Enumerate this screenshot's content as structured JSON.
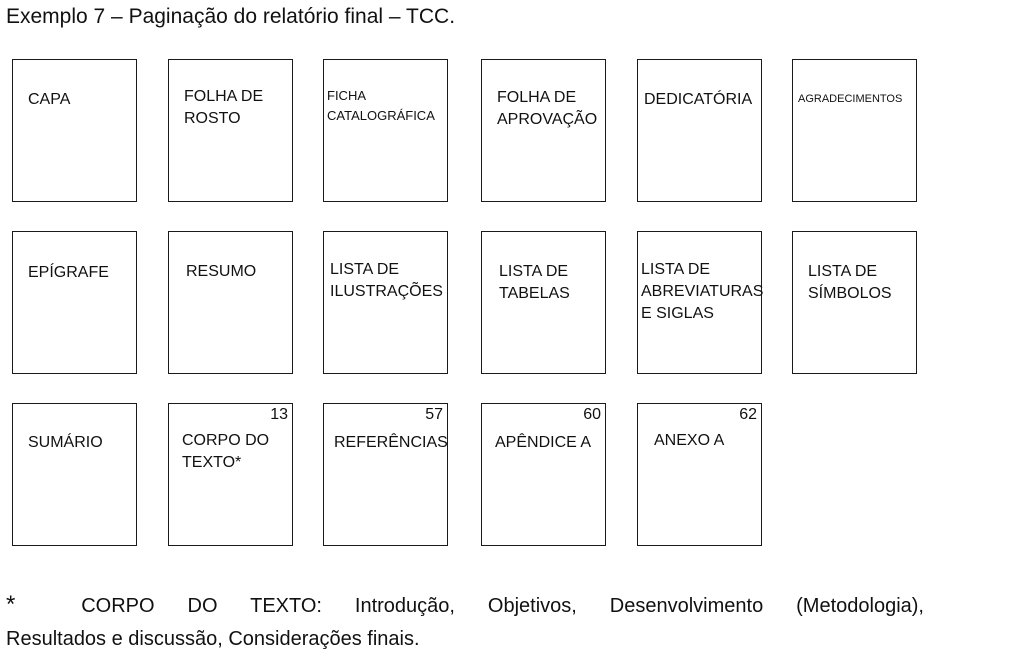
{
  "title": "Exemplo 7 – Paginação do relatório final – TCC.",
  "rows": [
    [
      {
        "label": "CAPA",
        "page": ""
      },
      {
        "label": "FOLHA DE\nROSTO",
        "page": ""
      },
      {
        "label": "FICHA\nCATALOGRÁFICA",
        "page": ""
      },
      {
        "label": "FOLHA DE\nAPROVAÇÃO",
        "page": ""
      },
      {
        "label": "DEDICATÓRIA",
        "page": ""
      },
      {
        "label": "AGRADECIMENTOS",
        "page": ""
      }
    ],
    [
      {
        "label": "EPÍGRAFE",
        "page": ""
      },
      {
        "label": "RESUMO",
        "page": ""
      },
      {
        "label": "LISTA DE\nILUSTRAÇÕES",
        "page": ""
      },
      {
        "label": "LISTA DE\nTABELAS",
        "page": ""
      },
      {
        "label": "LISTA DE\nABREVIATURAS\nE SIGLAS",
        "page": ""
      },
      {
        "label": "LISTA DE\nSÍMBOLOS",
        "page": ""
      }
    ],
    [
      {
        "label": "SUMÁRIO",
        "page": ""
      },
      {
        "label": "CORPO DO\nTEXTO*",
        "page": "13"
      },
      {
        "label": "REFERÊNCIAS",
        "page": "57"
      },
      {
        "label": "APÊNDICE A",
        "page": "60"
      },
      {
        "label": "ANEXO A",
        "page": "62"
      }
    ]
  ],
  "footnote": {
    "marker": "*",
    "line1": "CORPO DO TEXTO: Introdução, Objetivos, Desenvolvimento (Metodologia),",
    "line2": "Resultados e discussão, Considerações finais."
  }
}
